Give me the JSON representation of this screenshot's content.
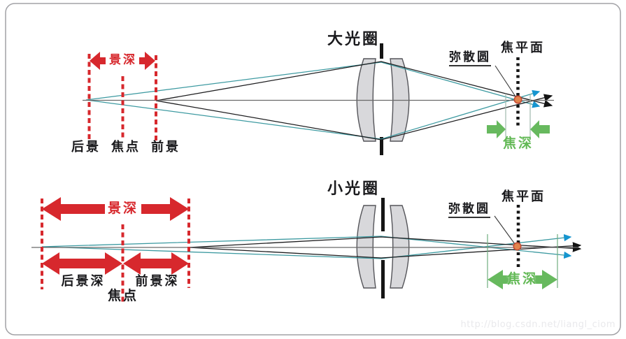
{
  "top": {
    "aperture": "大光圈",
    "dof": "景深",
    "back": "后景",
    "focus": "焦点",
    "front": "前景",
    "coc": "弥散圆",
    "focal_plane": "焦平面",
    "focus_depth": "焦深"
  },
  "bottom": {
    "aperture": "小光圈",
    "dof": "景深",
    "back_dof": "后景深",
    "front_dof": "前景深",
    "focus": "焦点",
    "coc": "弥散圆",
    "focal_plane": "焦平面",
    "focus_depth": "焦深"
  },
  "watermark": "http://blog.csdn.net/liangl_ciom",
  "colors": {
    "red_accent": "#d7282d",
    "green_accent": "#63b956",
    "teal_ray": "#3d9aa1",
    "blue_arrow": "#1695cf",
    "black_ray": "#1d1d1f",
    "orange_dot": "#e2854e",
    "lens_fill": "#d8d8db",
    "frame_border": "#a2a2a6"
  }
}
